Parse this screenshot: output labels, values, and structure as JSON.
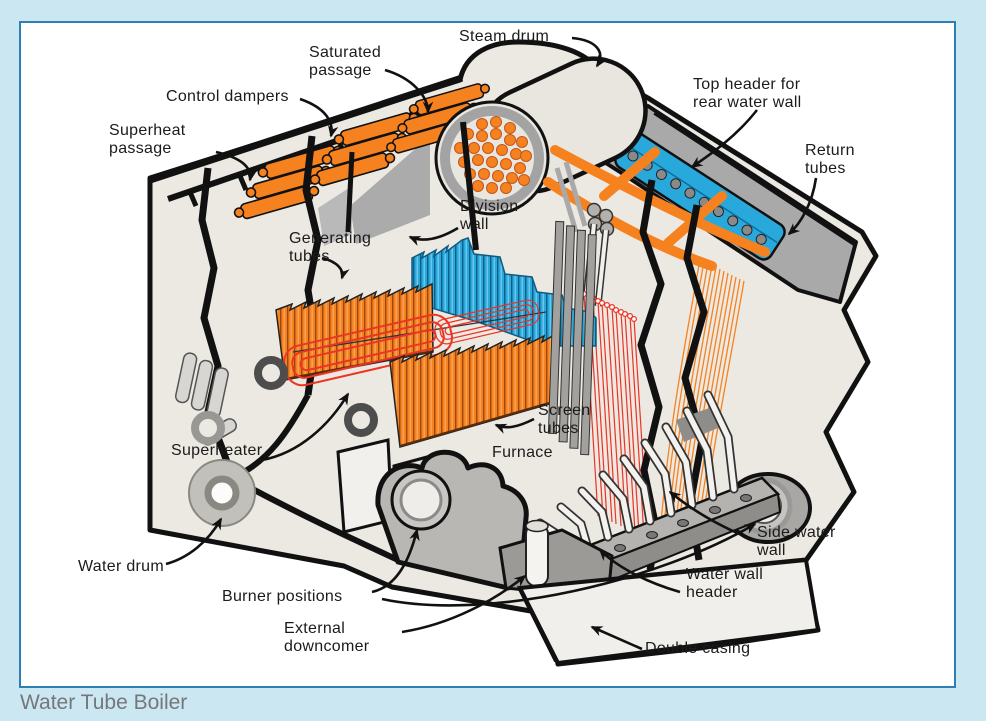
{
  "window": {
    "caption": "Water Tube Boiler"
  },
  "diagram": {
    "labels": {
      "steam_drum": "Steam drum",
      "saturated_passage": "Saturated\npassage",
      "control_dampers": "Control dampers",
      "superheat_passage": "Superheat\npassage",
      "top_header": "Top header for\nrear water wall",
      "return_tubes": "Return\ntubes",
      "division_wall": "Division\nwall",
      "generating_tubes": "Generating\ntubes",
      "screen_tubes": "Screen\ntubes",
      "furnace": "Furnace",
      "superheater": "Superheater",
      "water_drum": "Water drum",
      "burner_positions": "Burner positions",
      "external_downcomer": "External\ndowncomer",
      "side_water_wall": "Side water\nwall",
      "water_wall_header": "Water wall\nheader",
      "double_casing": "Double casing"
    },
    "colors": {
      "tube_orange": "#F6821F",
      "tube_blue": "#29A8DC",
      "coil_red": "#ED3424",
      "casing_beige": "#ECE9E3",
      "metal_gray": "#A9A9A9",
      "outline_black": "#111111",
      "panel_border_blue": "#2E7FB3",
      "page_background_blue": "#CBE7F2",
      "caption_gray": "#75777B"
    }
  }
}
